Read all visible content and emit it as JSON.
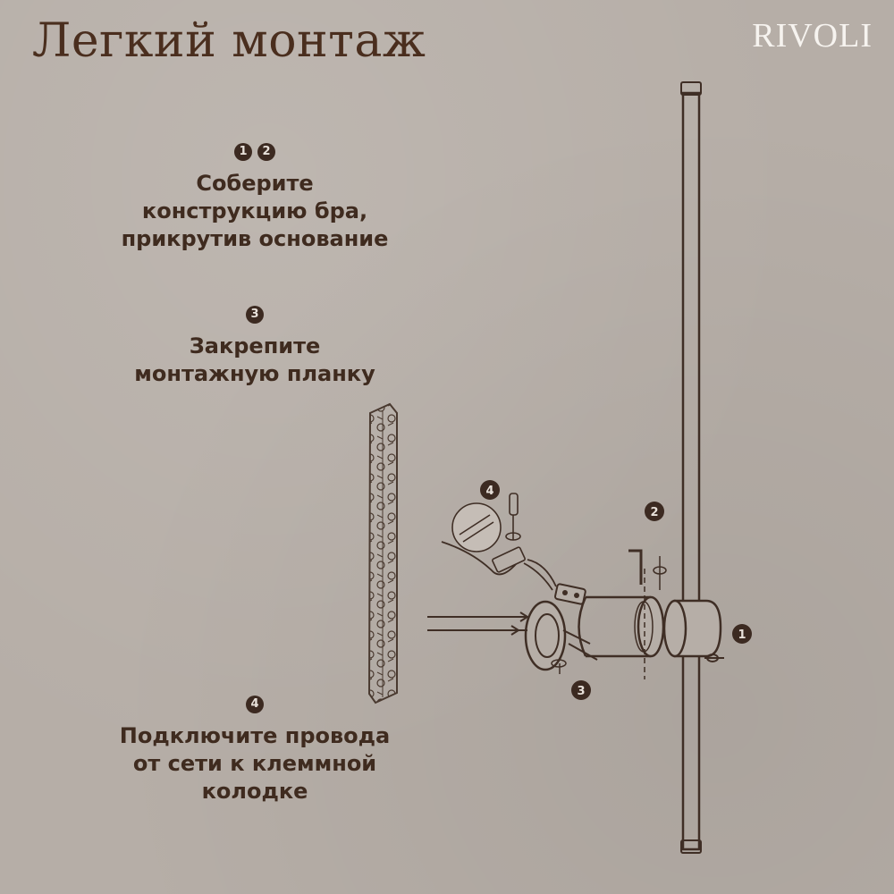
{
  "title": "Легкий монтаж",
  "brand": "RIVOLI",
  "steps": [
    {
      "numbers": [
        "1",
        "2"
      ],
      "lines": [
        "Соберите",
        "конструкцию бра,",
        "прикрутив основание"
      ]
    },
    {
      "numbers": [
        "3"
      ],
      "lines": [
        "Закрепите",
        "монтажную планку"
      ]
    },
    {
      "numbers": [
        "4"
      ],
      "lines": [
        "Подключите провода",
        "от сети к клеммной",
        "колодке"
      ]
    }
  ],
  "diagram_markers": [
    "1",
    "2",
    "3",
    "4"
  ],
  "colors": {
    "text": "#3f2b1f",
    "title": "#4a2e1e",
    "badge": "#3c2a21",
    "brand": "#f6f3ef",
    "background": "#b6aea7"
  }
}
